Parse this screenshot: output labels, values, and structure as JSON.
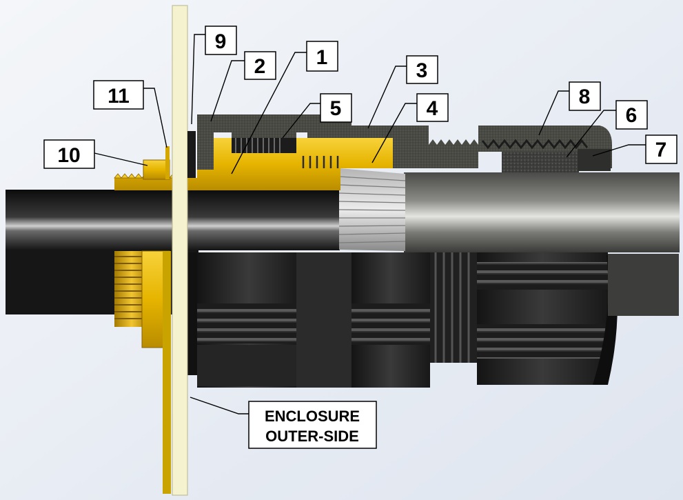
{
  "callouts": {
    "c1": "1",
    "c2": "2",
    "c3": "3",
    "c4": "4",
    "c5": "5",
    "c6": "6",
    "c7": "7",
    "c8": "8",
    "c9": "9",
    "c10": "10",
    "c11": "11"
  },
  "enclosure_label": {
    "line1": "ENCLOSURE",
    "line2": "OUTER-SIDE"
  },
  "colors": {
    "brass": "#e8b800",
    "seal_dark": "#2a2a2a",
    "cable": "#1a1a1a",
    "cable_outer": "#7a7a78",
    "enclosure_wall": "#f3f0cc",
    "background": "#eef2f8"
  }
}
